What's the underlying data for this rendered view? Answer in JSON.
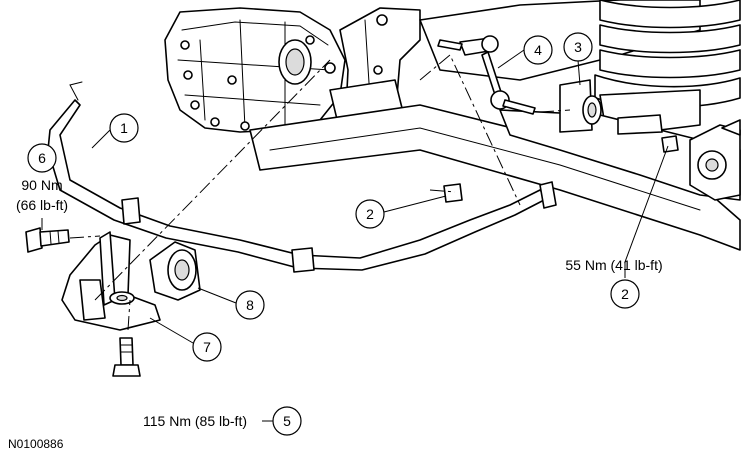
{
  "figure_id": "N0100886",
  "callouts": [
    {
      "number": "1"
    },
    {
      "number": "2"
    },
    {
      "number": "3"
    },
    {
      "number": "4"
    },
    {
      "number": "5"
    },
    {
      "number": "6"
    },
    {
      "number": "7"
    },
    {
      "number": "8"
    },
    {
      "number": "2"
    }
  ],
  "torque_specs": {
    "item_6_line1": "90 Nm",
    "item_6_line2": "(66 lb-ft)",
    "item_2": "55 Nm (41 lb-ft)",
    "item_5": "115 Nm (85 lb-ft)"
  }
}
